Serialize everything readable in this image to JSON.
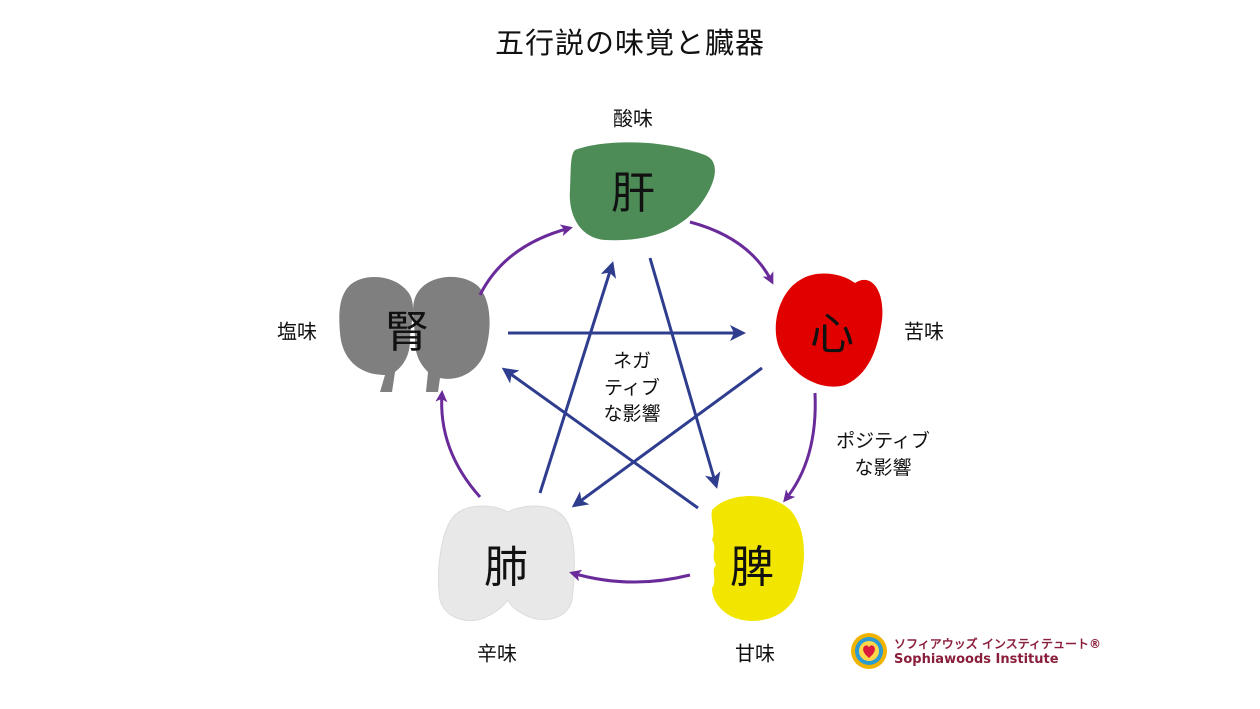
{
  "title": "五行説の味覚と臓器",
  "organs": [
    {
      "key": "liver",
      "label": "肝",
      "taste": "酸味",
      "color": "#4d8b57"
    },
    {
      "key": "heart",
      "label": "心",
      "taste": "苦味",
      "color": "#e00000"
    },
    {
      "key": "spleen",
      "label": "脾",
      "taste": "甘味",
      "color": "#f2e600"
    },
    {
      "key": "lung",
      "label": "肺",
      "taste": "辛味",
      "color": "#e8e8e8"
    },
    {
      "key": "kidney",
      "label": "腎",
      "taste": "塩味",
      "color": "#7f7f7f"
    }
  ],
  "notes": {
    "negative": [
      "ネガ",
      "ティブ",
      "な影響"
    ],
    "positive": [
      "ポジティブ",
      "な影響"
    ]
  },
  "arrow_colors": {
    "positive": "#6a2b9a",
    "negative": "#2f3d8f"
  },
  "brand": {
    "jp": "ソフィアウッズ インスティテュート®",
    "en": "Sophiawoods Institute"
  }
}
